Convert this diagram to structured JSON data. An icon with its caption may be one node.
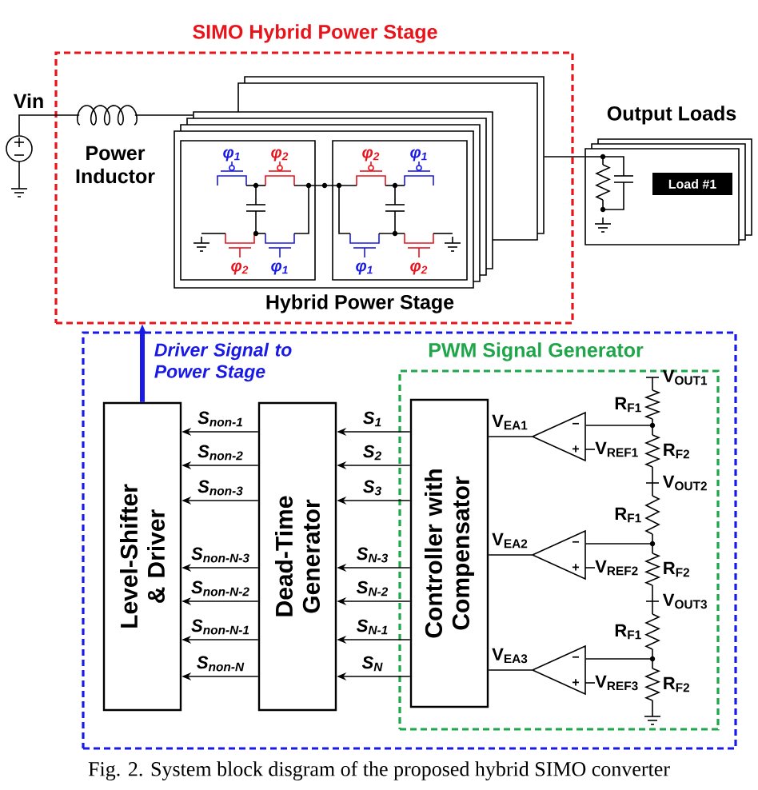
{
  "diagram": {
    "caption": "Fig. 2. System block disgram of the proposed hybrid SIMO converter",
    "nodes": [
      {
        "text": [
          "SIMO Hybrid Power Stage"
        ]
      },
      {
        "text": [
          "Hybrid Power Stage"
        ],
        "in": 0
      },
      {
        "text": [
          "Output Loads"
        ]
      },
      {
        "text": [
          "Load #1"
        ],
        "in": 2
      },
      {
        "text": [],
        "shape": "circle",
        "beside": [
          "Vin"
        ]
      },
      {
        "text": [
          "Power Inductor"
        ],
        "in": 0
      },
      {
        "text": [],
        "shape": "box"
      },
      {
        "text": [
          "Level-Shifter & Driver"
        ],
        "in": 6
      },
      {
        "text": [
          "Dead-Time Generator"
        ],
        "in": 6
      },
      {
        "text": [
          "PWM Signal Generator"
        ],
        "in": 6
      },
      {
        "text": [
          "Controller with Compensator"
        ],
        "in": 9
      },
      {
        "text": [
          "−",
          "+"
        ],
        "in": 9,
        "beside": [
          "V$_{REF1}$"
        ]
      },
      {
        "text": [
          "−",
          "+"
        ],
        "in": 9,
        "beside": [
          "V$_{REF2}$"
        ]
      },
      {
        "text": [
          "−",
          "+"
        ],
        "in": 9,
        "beside": [
          "V$_{REF3}$"
        ]
      },
      {
        "text": [],
        "shape": "resistor",
        "in": 9,
        "beside": [
          "V$_{OUT1}$",
          "R$_{F1}$",
          "R$_{F2}$",
          "V$_{OUT2}$",
          "R$_{F1}$",
          "R$_{F2}$",
          "V$_{OUT3}$",
          "R$_{F1}$",
          "R$_{F2}$"
        ]
      }
    ],
    "edges": [
      {
        "from": 4,
        "to": 5,
        "arrow": "none"
      },
      {
        "from": 5,
        "to": 1,
        "arrow": "none"
      },
      {
        "from": 1,
        "to": 2,
        "arrow": "none"
      },
      {
        "from": 7,
        "to": 0,
        "arrow": "to",
        "label": "Driver Signal to Power Stage",
        "style": "thick",
        "color": "#1a1ae6"
      },
      {
        "from": 8,
        "to": 7,
        "arrow": "to",
        "label": "S$_{non-1}$"
      },
      {
        "from": 8,
        "to": 7,
        "arrow": "to",
        "label": "S$_{non-2}$"
      },
      {
        "from": 8,
        "to": 7,
        "arrow": "to",
        "label": "S$_{non-3}$"
      },
      {
        "from": 8,
        "to": 7,
        "arrow": "to",
        "label": "S$_{non-N-3}$"
      },
      {
        "from": 8,
        "to": 7,
        "arrow": "to",
        "label": "S$_{non-N-2}$"
      },
      {
        "from": 8,
        "to": 7,
        "arrow": "to",
        "label": "S$_{non-N-1}$"
      },
      {
        "from": 8,
        "to": 7,
        "arrow": "to",
        "label": "S$_{non-N}$"
      },
      {
        "from": 10,
        "to": 8,
        "arrow": "to",
        "label": "S$_{1}$"
      },
      {
        "from": 10,
        "to": 8,
        "arrow": "to",
        "label": "S$_{2}$"
      },
      {
        "from": 10,
        "to": 8,
        "arrow": "to",
        "label": "S$_{3}$"
      },
      {
        "from": 10,
        "to": 8,
        "arrow": "to",
        "label": "S$_{N-3}$"
      },
      {
        "from": 10,
        "to": 8,
        "arrow": "to",
        "label": "S$_{N-2}$"
      },
      {
        "from": 10,
        "to": 8,
        "arrow": "to",
        "label": "S$_{N-1}$"
      },
      {
        "from": 10,
        "to": 8,
        "arrow": "to",
        "label": "S$_{N}$"
      },
      {
        "from": 11,
        "to": 10,
        "arrow": "none",
        "label": "V$_{EA1}$"
      },
      {
        "from": 12,
        "to": 10,
        "arrow": "none",
        "label": "V$_{EA2}$"
      },
      {
        "from": 13,
        "to": 10,
        "arrow": "none",
        "label": "V$_{EA3}$"
      },
      {
        "from": 11,
        "to": 14,
        "arrow": "none"
      },
      {
        "from": 12,
        "to": 14,
        "arrow": "none"
      },
      {
        "from": 13,
        "to": 14,
        "arrow": "none"
      }
    ],
    "labels": [
      "φ$_{1}$",
      "φ$_{2}$",
      "φ$_{2}$",
      "φ$_{1}$",
      "φ$_{2}$",
      "φ$_{1}$",
      "φ$_{1}$",
      "φ$_{2}$"
    ]
  }
}
